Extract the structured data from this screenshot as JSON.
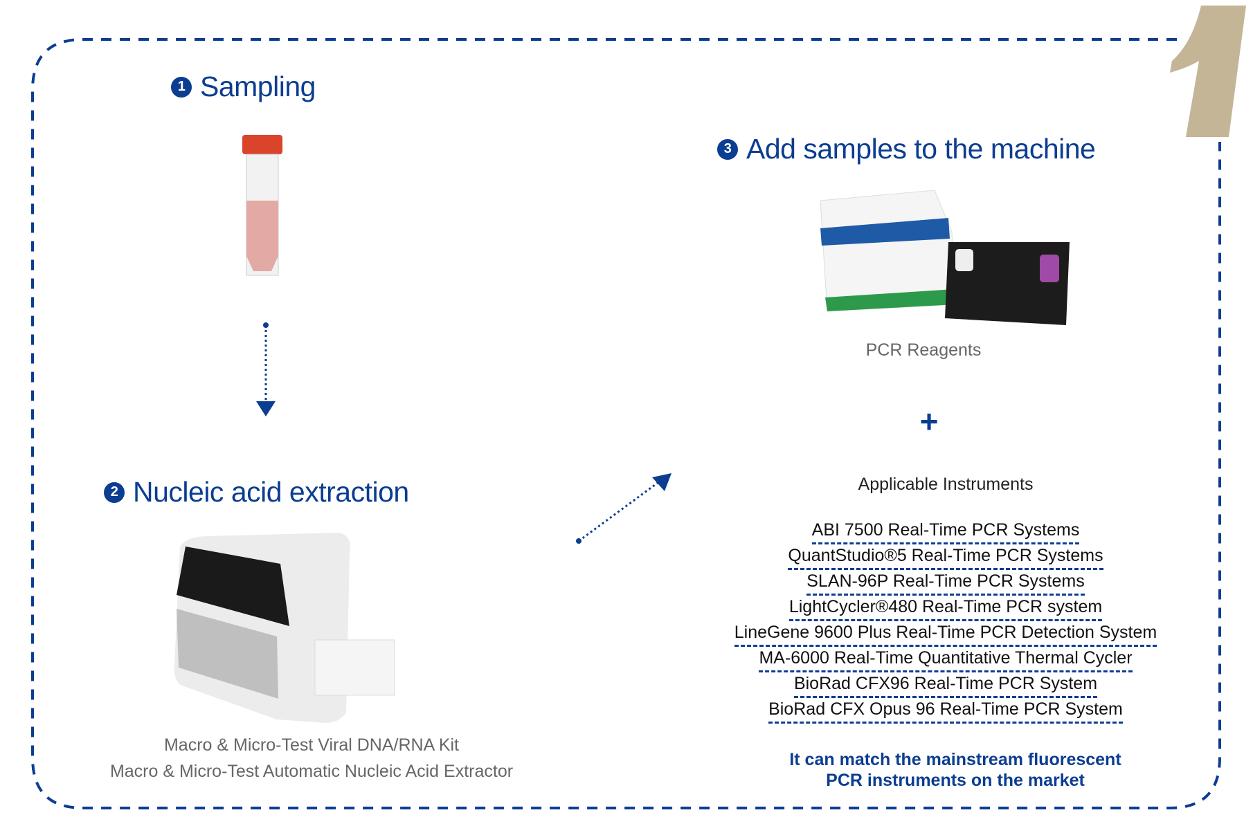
{
  "step_number_graphic": "1",
  "steps": [
    {
      "number": "1",
      "title": "Sampling"
    },
    {
      "number": "2",
      "title": "Nucleic acid extraction"
    },
    {
      "number": "3",
      "title": "Add samples to the machine"
    }
  ],
  "extraction_captions": [
    "Macro & Micro-Test Viral DNA/RNA Kit",
    "Macro & Micro-Test Automatic Nucleic Acid Extractor"
  ],
  "reagents_caption": "PCR Reagents",
  "plus": "+",
  "instruments_title": "Applicable Instruments",
  "instruments": [
    "ABI 7500 Real-Time PCR Systems",
    "QuantStudio®5 Real-Time PCR Systems",
    "SLAN-96P Real-Time PCR Systems",
    "LightCycler®480 Real-Time PCR system",
    "LineGene 9600 Plus Real-Time PCR Detection System",
    "MA-6000 Real-Time Quantitative Thermal Cycler",
    "BioRad CFX96 Real-Time PCR System",
    "BioRad CFX Opus 96 Real-Time PCR System"
  ],
  "note": [
    "It can match the mainstream fluorescent",
    "PCR instruments on the market"
  ],
  "colors": {
    "primary": "#0b3d91",
    "accent": "#c4b596"
  }
}
